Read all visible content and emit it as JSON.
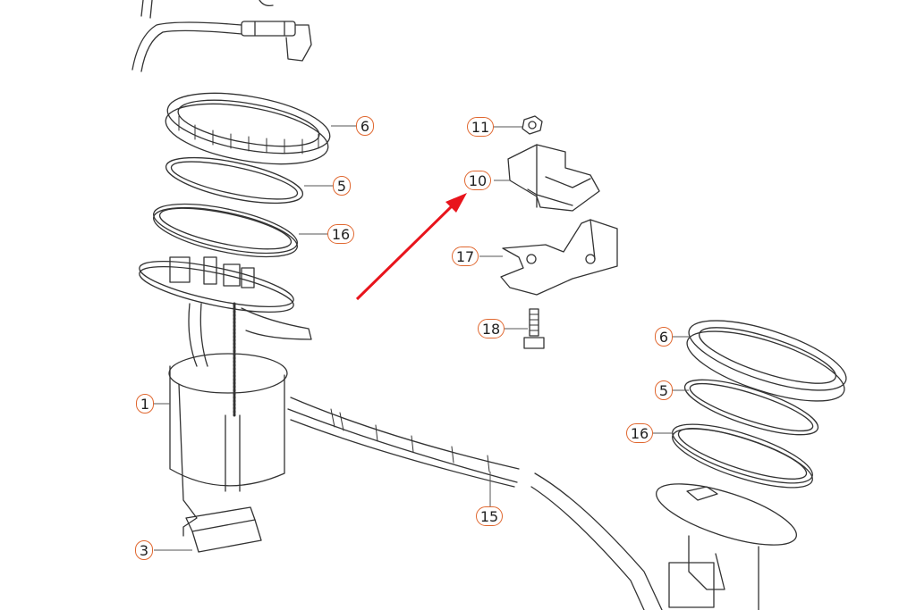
{
  "diagram": {
    "type": "exploded-parts-view",
    "subject": "fuel pump / sender unit assembly",
    "callout_color": "#e0672f",
    "arrow_color": "#e8141c",
    "callouts": [
      {
        "id": "c6a",
        "label": "6",
        "part": "retaining ring (left group)"
      },
      {
        "id": "c5a",
        "label": "5",
        "part": "seal ring (left group)"
      },
      {
        "id": "c16a",
        "label": "16",
        "part": "gasket (left group)"
      },
      {
        "id": "c1",
        "label": "1",
        "part": "fuel pump module"
      },
      {
        "id": "c3",
        "label": "3",
        "part": "float sender"
      },
      {
        "id": "c11",
        "label": "11",
        "part": "nut"
      },
      {
        "id": "c10",
        "label": "10",
        "part": "control unit / module"
      },
      {
        "id": "c17",
        "label": "17",
        "part": "mounting bracket"
      },
      {
        "id": "c18",
        "label": "18",
        "part": "bolt"
      },
      {
        "id": "c15",
        "label": "15",
        "part": "fuel line assembly"
      },
      {
        "id": "c6b",
        "label": "6",
        "part": "retaining ring (right group)"
      },
      {
        "id": "c5b",
        "label": "5",
        "part": "seal ring (right group)"
      },
      {
        "id": "c16b",
        "label": "16",
        "part": "gasket (right group)"
      }
    ],
    "highlight_arrow": {
      "points_to": "10"
    }
  }
}
